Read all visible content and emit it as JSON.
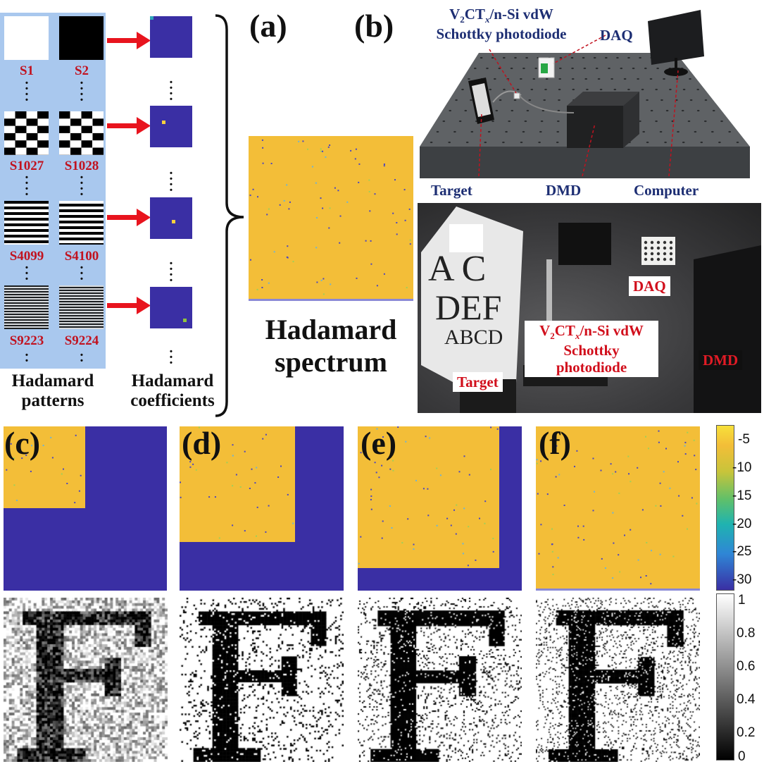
{
  "panels": {
    "a": "(a)",
    "b": "(b)",
    "c": "(c)",
    "d": "(d)",
    "e": "(e)",
    "f": "(f)"
  },
  "patterns": {
    "labels": [
      "S1",
      "S2",
      "S1027",
      "S1028",
      "S4099",
      "S4100",
      "S9223",
      "S9224"
    ],
    "caption_line1": "Hadamard",
    "caption_line2": "patterns"
  },
  "coefficients": {
    "caption_line1": "Hadamard",
    "caption_line2": "coefficients"
  },
  "spectrum": {
    "caption_line1": "Hadamard",
    "caption_line2": "spectrum"
  },
  "setup_diagram": {
    "device_line1": "V",
    "device_sub": "2",
    "device_mid": "CT",
    "device_subx": "x",
    "device_rest": "/n-Si vdW",
    "device_line2": "Schottky photodiode",
    "daq": "DAQ",
    "target": "Target",
    "dmd": "DMD",
    "computer": "Computer"
  },
  "setup_photo": {
    "chart_line1": "A C",
    "chart_line2": "DEF",
    "chart_line3": "ABCD",
    "daq": "DAQ",
    "device_line1_prefix": "V",
    "device_line1_rest": "/n-Si vdW",
    "device_line2": "Schottky",
    "device_line3": "photodiode",
    "dmd": "DMD",
    "target": "Target"
  },
  "colorbar_spectrum": {
    "ticks": [
      "-5",
      "-10",
      "-15",
      "-20",
      "-25",
      "-30"
    ],
    "colors": [
      "#f7d03c",
      "#f2b234",
      "#9fc63a",
      "#1fb3b0",
      "#2f86d6",
      "#3a2fa4"
    ]
  },
  "colorbar_gray": {
    "ticks": [
      "1",
      "0.8",
      "0.6",
      "0.4",
      "0.2",
      "0"
    ]
  },
  "colors": {
    "spectrum_yellow": "#f3be38",
    "spectrum_blue": "#3a2fa4",
    "pattern_bg": "#a9c8ee",
    "arrow_red": "#e8141e"
  }
}
